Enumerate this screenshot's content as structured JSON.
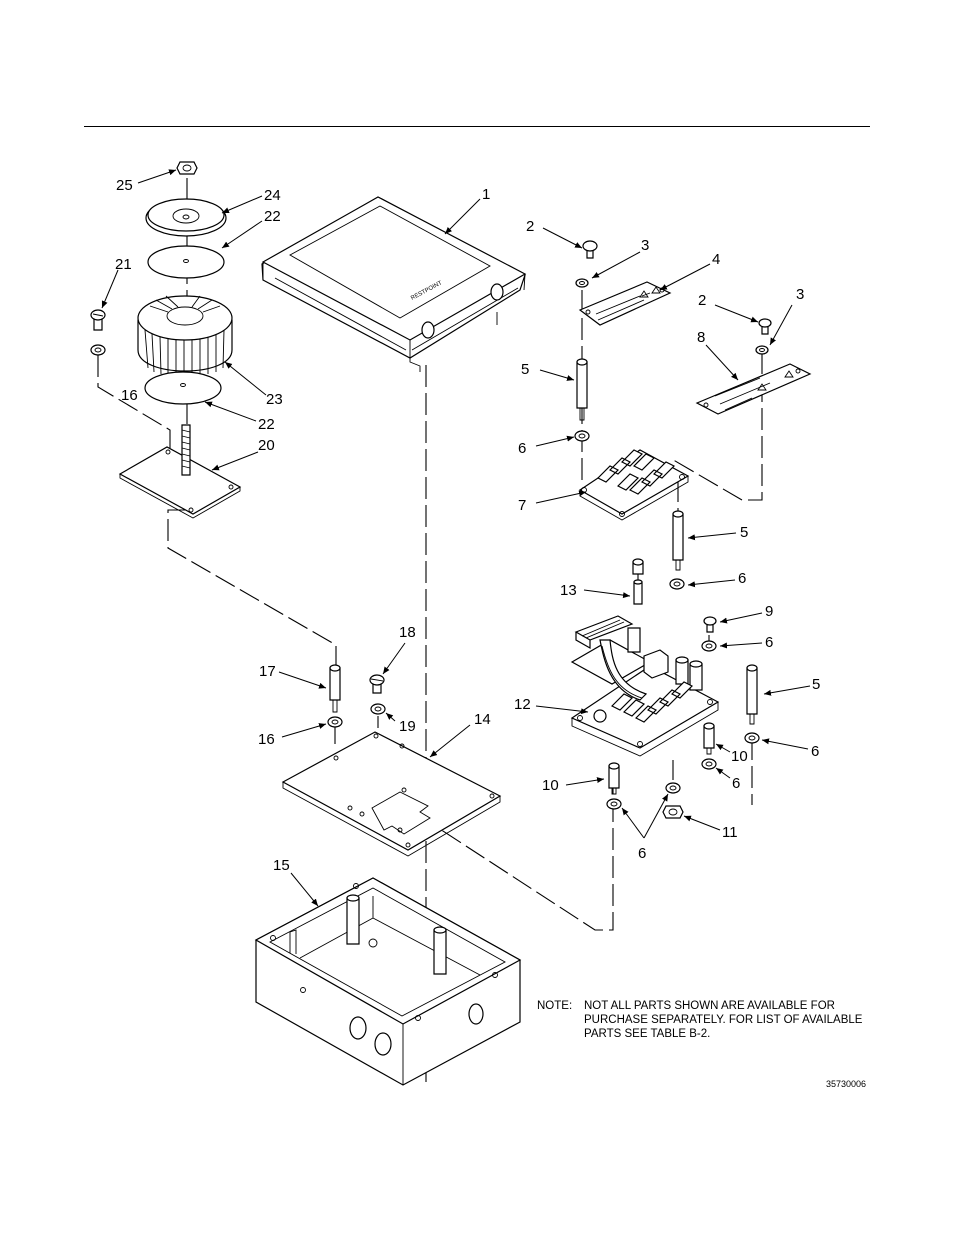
{
  "callouts": [
    {
      "id": "c25",
      "text": "25"
    },
    {
      "id": "c24",
      "text": "24"
    },
    {
      "id": "c22a",
      "text": "22"
    },
    {
      "id": "c21",
      "text": "21"
    },
    {
      "id": "c16a",
      "text": "16"
    },
    {
      "id": "c23",
      "text": "23"
    },
    {
      "id": "c22b",
      "text": "22"
    },
    {
      "id": "c20",
      "text": "20"
    },
    {
      "id": "c1",
      "text": "1"
    },
    {
      "id": "c2a",
      "text": "2"
    },
    {
      "id": "c3a",
      "text": "3"
    },
    {
      "id": "c4",
      "text": "4"
    },
    {
      "id": "c2b",
      "text": "2"
    },
    {
      "id": "c3b",
      "text": "3"
    },
    {
      "id": "c8",
      "text": "8"
    },
    {
      "id": "c5a",
      "text": "5"
    },
    {
      "id": "c6a",
      "text": "6"
    },
    {
      "id": "c7",
      "text": "7"
    },
    {
      "id": "c5b",
      "text": "5"
    },
    {
      "id": "c6b",
      "text": "6"
    },
    {
      "id": "c13",
      "text": "13"
    },
    {
      "id": "c9",
      "text": "9"
    },
    {
      "id": "c6c",
      "text": "6"
    },
    {
      "id": "c5c",
      "text": "5"
    },
    {
      "id": "c12",
      "text": "12"
    },
    {
      "id": "c6d",
      "text": "6"
    },
    {
      "id": "c10a",
      "text": "10"
    },
    {
      "id": "c6e",
      "text": "6"
    },
    {
      "id": "c10b",
      "text": "10"
    },
    {
      "id": "c11",
      "text": "11"
    },
    {
      "id": "c6f",
      "text": "6"
    },
    {
      "id": "c17",
      "text": "17"
    },
    {
      "id": "c18",
      "text": "18"
    },
    {
      "id": "c16b",
      "text": "16"
    },
    {
      "id": "c19",
      "text": "19"
    },
    {
      "id": "c14",
      "text": "14"
    },
    {
      "id": "c15",
      "text": "15"
    }
  ],
  "cover_brand": "RESTPOINT",
  "note": {
    "label": "NOTE:",
    "text": "NOT ALL PARTS SHOWN ARE AVAILABLE FOR PURCHASE SEPARATELY. FOR LIST OF AVAILABLE PARTS SEE TABLE B-2."
  },
  "figure_number": "35730006"
}
